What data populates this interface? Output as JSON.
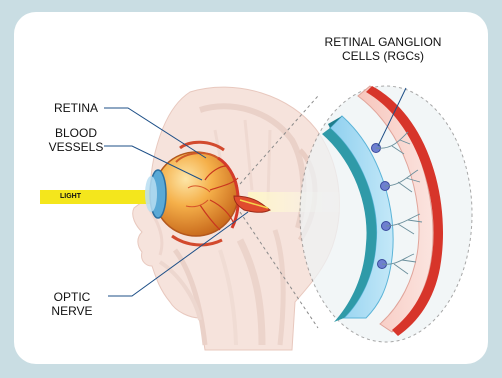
{
  "labels": {
    "rgc": "RETINAL GANGLION\nCELLS (RGCs)",
    "retina": "RETINA",
    "blood_vessels": "BLOOD\nVESSELS",
    "light": "LIGHT",
    "optic_nerve": "OPTIC\nNERVE"
  },
  "colors": {
    "background": "#c9dde3",
    "card": "#ffffff",
    "light_beam": "#f4e61c",
    "eyeball": "#f2a640",
    "retina_layer": "#9fd6f2",
    "retina_edge": "#2f9aa8",
    "outer_wall": "#d7352a",
    "leader_line": "#1d4f87"
  },
  "icons": [
    "head-muscle-illustration",
    "eyeball-illustration",
    "retina-magnified-section"
  ]
}
